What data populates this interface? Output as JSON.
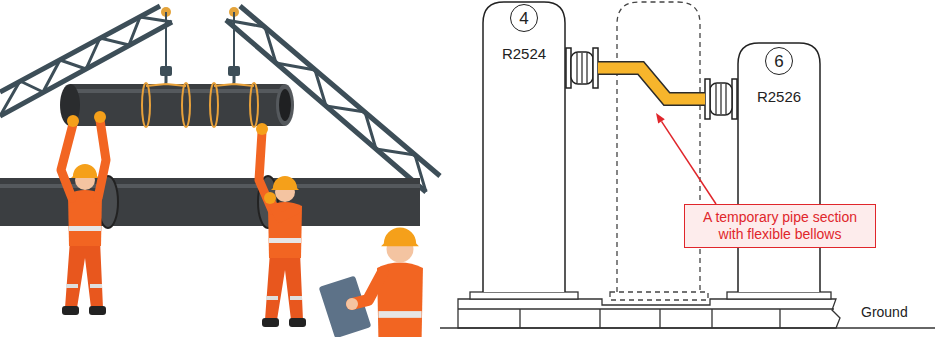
{
  "diagram": {
    "nodes": [
      {
        "text": [
          "R2524"
        ]
      },
      {
        "text": [
          "4"
        ],
        "in": 0
      },
      {
        "text": [
          "R2526"
        ]
      },
      {
        "text": [
          "6"
        ],
        "in": 2
      },
      {
        "text": [
          "A temporary pipe section with flexible bellows"
        ]
      }
    ],
    "edges": [
      {
        "from": 0,
        "to": 2,
        "arrow": "none"
      }
    ],
    "labels": [
      "Ground"
    ]
  }
}
